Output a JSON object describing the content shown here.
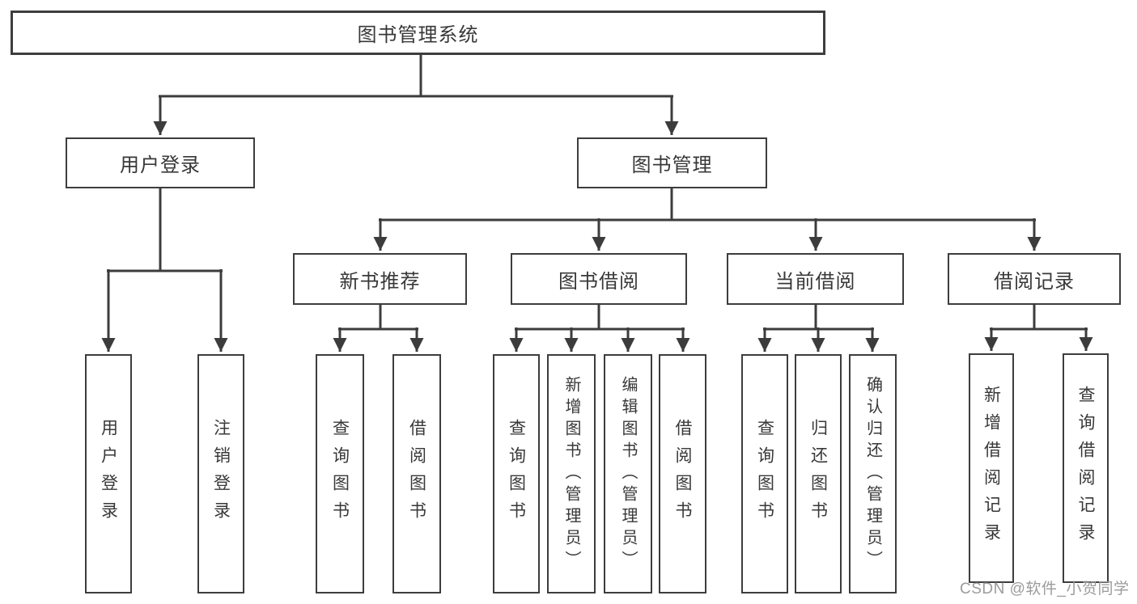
{
  "colors": {
    "background": "#ffffff",
    "line": "#3c3c3c",
    "box_border": "#3d3d3d",
    "text": "#383838",
    "watermark_text": "#9b9b9b"
  },
  "diagram": {
    "type": "tree",
    "root": "图书管理系统",
    "level2": {
      "user_login": "用户登录",
      "book_management": "图书管理"
    },
    "level3": {
      "new_book_recommend": "新书推荐",
      "book_borrow": "图书借阅",
      "current_borrow": "当前借阅",
      "borrow_records": "借阅记录"
    },
    "leaves": {
      "user_login": "用户登录",
      "logout": "注销登录",
      "newbook_query": "查询图书",
      "newbook_borrow": "借阅图书",
      "borrow_query": "查询图书",
      "borrow_add_admin": "新增图书（管理员）",
      "borrow_edit_admin": "编辑图书（管理员）",
      "borrow_borrow": "借阅图书",
      "current_query": "查询图书",
      "current_return": "归还图书",
      "current_confirm_admin": "确认归还（管理员）",
      "record_add": "新增借阅记录",
      "record_query": "查询借阅记录"
    },
    "hierarchy": [
      {
        "parent": "图书管理系统",
        "children": [
          "用户登录",
          "图书管理"
        ]
      },
      {
        "parent": "用户登录",
        "children": [
          "用户登录",
          "注销登录"
        ]
      },
      {
        "parent": "图书管理",
        "children": [
          "新书推荐",
          "图书借阅",
          "当前借阅",
          "借阅记录"
        ]
      },
      {
        "parent": "新书推荐",
        "children": [
          "查询图书",
          "借阅图书"
        ]
      },
      {
        "parent": "图书借阅",
        "children": [
          "查询图书",
          "新增图书（管理员）",
          "编辑图书（管理员）",
          "借阅图书"
        ]
      },
      {
        "parent": "当前借阅",
        "children": [
          "查询图书",
          "归还图书",
          "确认归还（管理员）"
        ]
      },
      {
        "parent": "借阅记录",
        "children": [
          "新增借阅记录",
          "查询借阅记录"
        ]
      }
    ]
  },
  "watermark": "CSDN @软件_小贺同学"
}
